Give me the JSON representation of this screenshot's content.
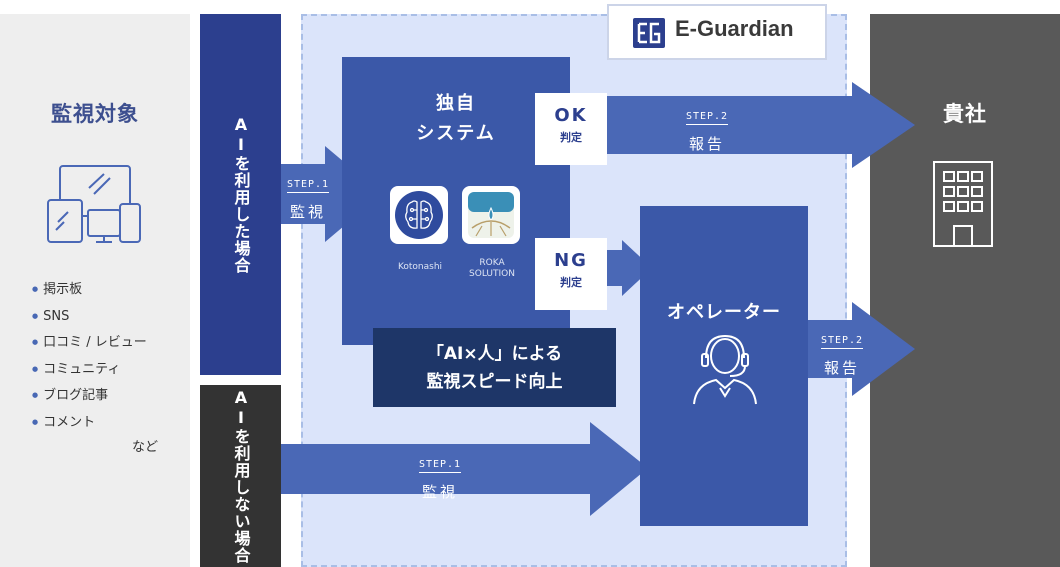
{
  "monitor_targets": {
    "title": "監視対象",
    "items": [
      "掲示板",
      "SNS",
      "口コミ / レビュー",
      "コミュニティ",
      "ブログ記事",
      "コメント"
    ],
    "etc": "など"
  },
  "bands": {
    "with_ai": "AIを利用した場合",
    "without_ai": "AIを利用しない場合"
  },
  "brand": "E-Guardian",
  "system": {
    "title": "独自\nシステム",
    "tools": [
      {
        "name": "Kotonashi",
        "icon": "brain-icon"
      },
      {
        "name": "ROKA\nSOLUTION",
        "icon": "water-drop-icon"
      }
    ]
  },
  "judgements": {
    "ok": {
      "main": "OK",
      "sub": "判定"
    },
    "ng": {
      "main": "NG",
      "sub": "判定"
    }
  },
  "callout": "「AI×人」による\n監視スピード向上",
  "operator": {
    "title": "オペレーター",
    "icon": "headset-operator-icon"
  },
  "client": {
    "title": "貴社",
    "icon": "building-icon"
  },
  "steps": {
    "step1_ai": {
      "tag": "STEP.1",
      "text": "監視"
    },
    "step2_ok": {
      "tag": "STEP.2",
      "text": "報告"
    },
    "step2_op": {
      "tag": "STEP.2",
      "text": "報告"
    },
    "step1_noai": {
      "tag": "STEP.1",
      "text": "監視"
    }
  },
  "colors": {
    "navy": "#2c3f8e",
    "arrow_blue": "#4a68b6",
    "light_region": "#dbe4fa",
    "dark_band": "#333333",
    "client_gray": "#595959"
  }
}
